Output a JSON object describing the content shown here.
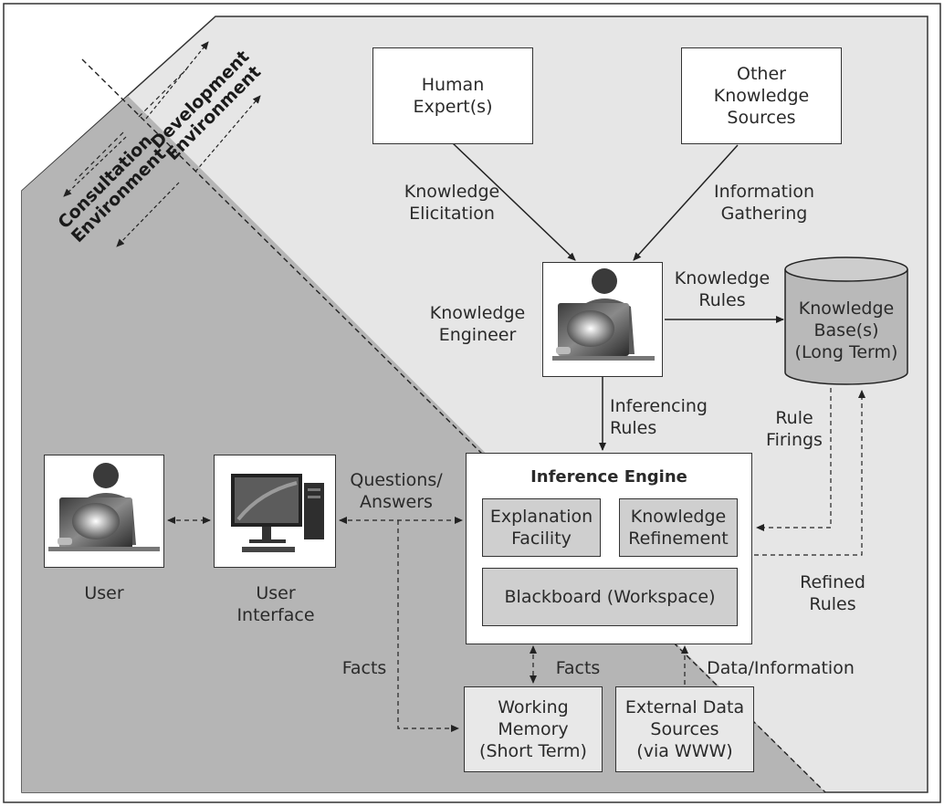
{
  "environments": {
    "development": "Development\nEnvironment",
    "consultation": "Consultation\nEnvironment"
  },
  "sources": {
    "human_expert": "Human\nExpert(s)",
    "other_sources": "Other\nKnowledge\nSources"
  },
  "flows": {
    "knowledge_elicitation": "Knowledge\nElicitation",
    "information_gathering": "Information\nGathering",
    "knowledge_rules": "Knowledge\nRules",
    "inferencing_rules": "Inferencing\nRules",
    "rule_firings": "Rule\nFirings",
    "refined_rules": "Refined\nRules",
    "questions_answers": "Questions/\nAnswers",
    "facts_left": "Facts",
    "facts_center": "Facts",
    "data_information": "Data/Information"
  },
  "nodes": {
    "knowledge_engineer": "Knowledge\nEngineer",
    "knowledge_base": "Knowledge\nBase(s)\n(Long Term)",
    "user": "User",
    "user_interface": "User\nInterface",
    "inference_engine": "Inference Engine",
    "explanation_facility": "Explanation\nFacility",
    "knowledge_refinement": "Knowledge\nRefinement",
    "blackboard": "Blackboard (Workspace)",
    "working_memory": "Working\nMemory\n(Short Term)",
    "external_data": "External Data\nSources\n(via WWW)"
  },
  "colors": {
    "development_bg": "#e6e6e6",
    "consultation_bg": "#b5b5b5",
    "component_bg": "#cfcfcf",
    "line": "#222222"
  }
}
